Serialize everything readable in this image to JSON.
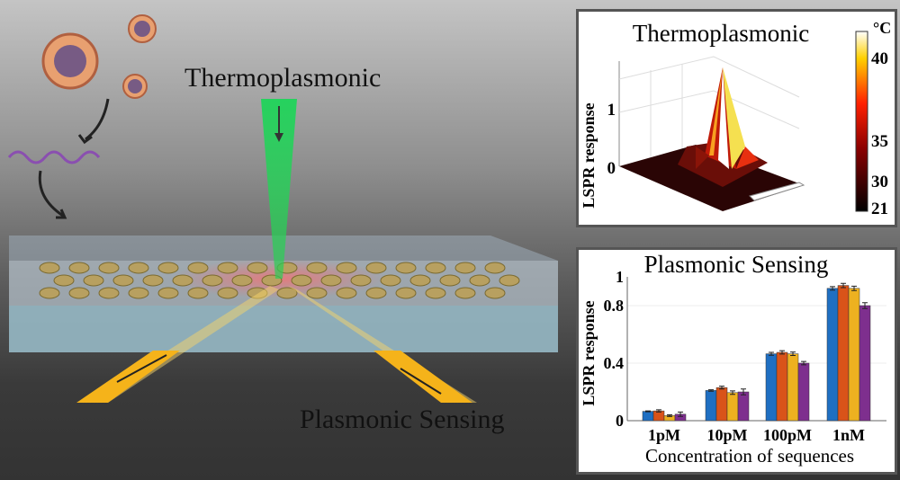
{
  "diagram": {
    "beam_label": "Thermoplasmonic",
    "sensing_label": "Plasmonic Sensing"
  },
  "colors": {
    "blue": "#1f6fc2",
    "orange": "#d95319",
    "yellow": "#edb120",
    "purple": "#7e2f8e",
    "beam": "#2ecc55",
    "light": "#f5b31a"
  },
  "chart_data": [
    {
      "type": "surface",
      "title": "Thermoplasmonic",
      "ylabel": "LSPR response",
      "zticks": [
        "0",
        "1"
      ],
      "colorbar": {
        "unit": "°C",
        "ticks": [
          "40",
          "35",
          "30",
          "21"
        ],
        "range": [
          21,
          42
        ]
      }
    },
    {
      "type": "bar",
      "title": "Plasmonic Sensing",
      "xlabel": "Concentration of sequences",
      "ylabel": "LSPR response",
      "ylim": [
        0,
        1
      ],
      "yticks": [
        "0",
        "0.4",
        "0.8",
        "1"
      ],
      "ytick_values": [
        0,
        0.4,
        0.8,
        1
      ],
      "categories": [
        "1pM",
        "10pM",
        "100pM",
        "1nM"
      ],
      "series": [
        {
          "name": "s1",
          "color": "#1f6fc2",
          "values": [
            0.065,
            0.21,
            0.465,
            0.92
          ],
          "err": [
            0.003,
            0.005,
            0.01,
            0.012
          ]
        },
        {
          "name": "s2",
          "color": "#d95319",
          "values": [
            0.068,
            0.23,
            0.475,
            0.94
          ],
          "err": [
            0.008,
            0.01,
            0.012,
            0.015
          ]
        },
        {
          "name": "s3",
          "color": "#edb120",
          "values": [
            0.035,
            0.195,
            0.465,
            0.92
          ],
          "err": [
            0.006,
            0.012,
            0.012,
            0.015
          ]
        },
        {
          "name": "s4",
          "color": "#7e2f8e",
          "values": [
            0.045,
            0.2,
            0.4,
            0.8
          ],
          "err": [
            0.015,
            0.02,
            0.012,
            0.02
          ]
        }
      ]
    }
  ]
}
